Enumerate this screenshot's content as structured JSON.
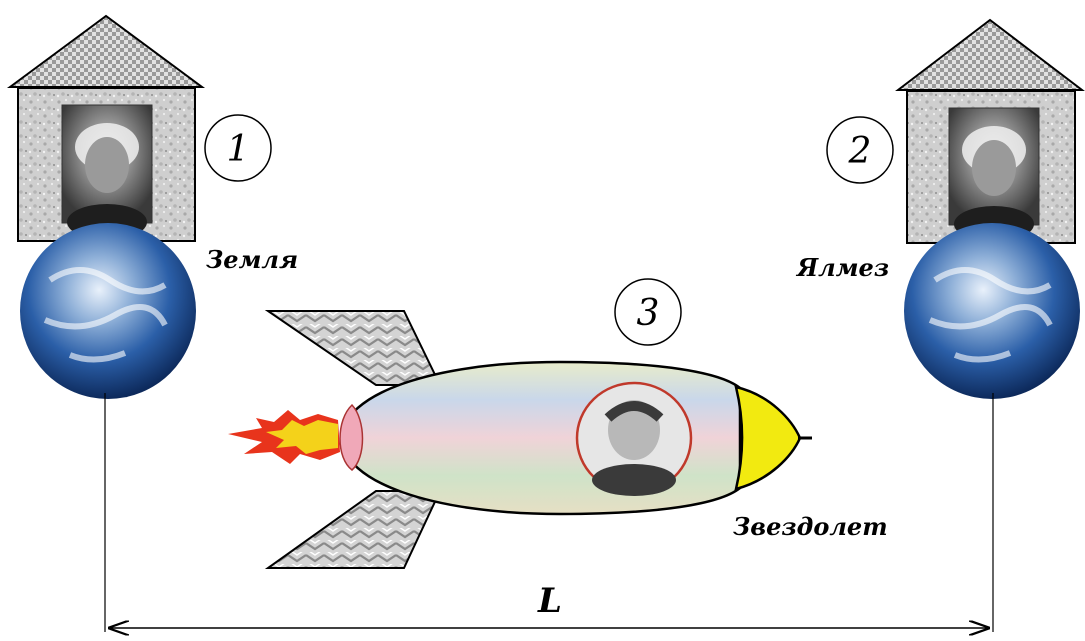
{
  "labels": {
    "left_planet": "Земля",
    "right_planet": "Ялмез",
    "ship": "Звездолет",
    "distance": "L"
  },
  "markers": {
    "house_1": "1",
    "house_2": "2",
    "ship": "3"
  },
  "colors": {
    "background": "#ffffff",
    "roof": "#b8b8b8",
    "wall": "#c9c9c9",
    "earth_ocean": "#2b5fa8",
    "ship_body": "#cfe0c8",
    "ship_nose": "#f2ea10",
    "ship_tail_window": "#f0a8b8",
    "porthole_rim": "#c0392b",
    "flame_outer": "#e8341c",
    "flame_inner": "#f4d21a"
  },
  "icons": {
    "portrait_left": "einstein-portrait",
    "portrait_right": "einstein-portrait",
    "porthole_portrait": "young-einstein-portrait"
  }
}
